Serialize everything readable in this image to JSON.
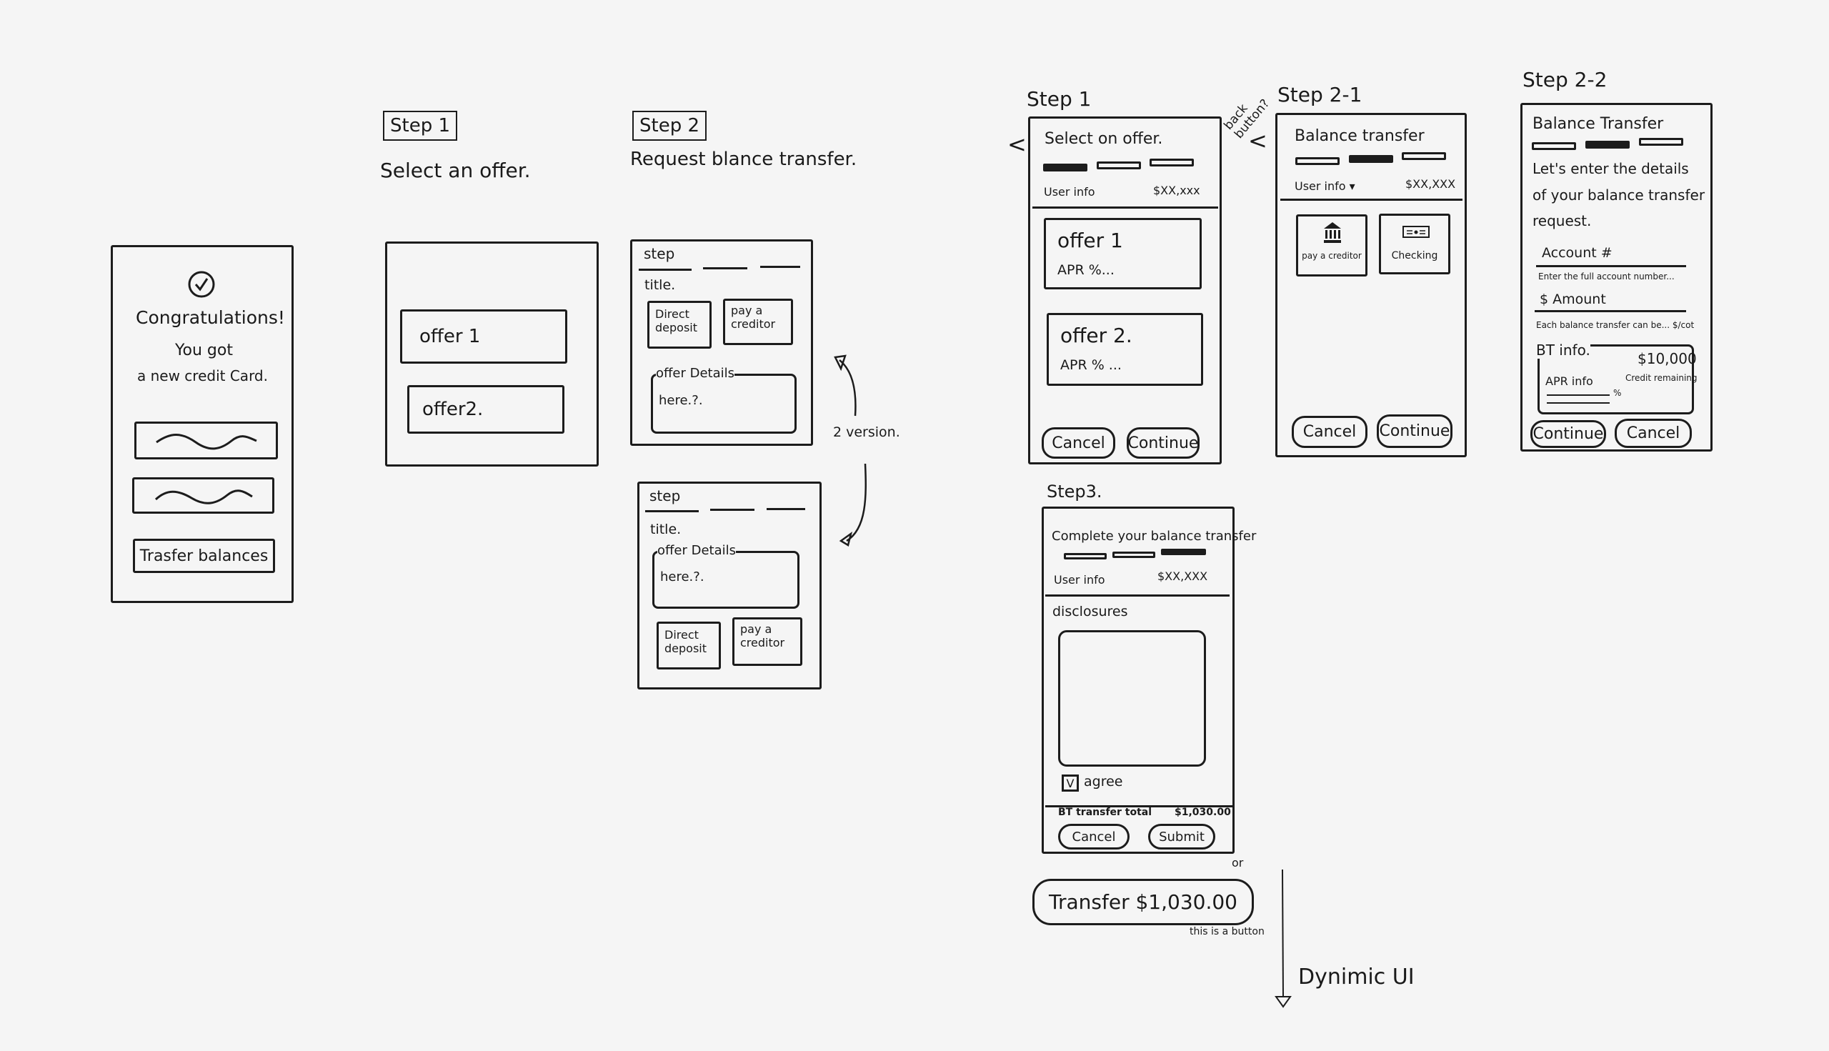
{
  "intro": {
    "title": "Congratulations!",
    "line2": "You got",
    "line3": "a new credit Card.",
    "transfer_button": "Trasfer balances"
  },
  "v1": {
    "step1": {
      "label": "Step 1",
      "caption": "Select an offer.",
      "offers": [
        "offer 1",
        "offer2."
      ]
    },
    "step2": {
      "label": "Step 2",
      "caption": "Request blance transfer.",
      "step_text": "step",
      "title_text": "title.",
      "direct": "Direct deposit",
      "pay": "pay a creditor",
      "details": "offer Details",
      "details_here": "here.?."
    },
    "version_note": "2 version."
  },
  "v2": {
    "step1": {
      "label": "Step 1",
      "title": "Select on offer.",
      "user_info": "User info",
      "balance": "$XX,xxx",
      "offers": [
        {
          "name": "offer 1",
          "apr": "APR %..."
        },
        {
          "name": "offer 2.",
          "apr": "APR % ..."
        }
      ],
      "cancel": "Cancel",
      "continue": "Continue"
    },
    "back_note": "back button?",
    "step2_1": {
      "label": "Step 2-1",
      "title": "Balance transfer",
      "user_info": "User info ▾",
      "balance": "$XX,XXX",
      "tiles": [
        "pay a creditor",
        "Checking"
      ],
      "cancel": "Cancel",
      "continue": "Continue"
    },
    "step2_2": {
      "label": "Step 2-2",
      "title": "Balance Transfer",
      "intro": [
        "Let's enter the details",
        "of your balance transfer",
        "request."
      ],
      "account_label": "Account #",
      "account_hint": "Enter the full account number...",
      "amount_label": "$ Amount",
      "amount_hint": "Each balance transfer can be... $/cot",
      "bt_info": "BT info.",
      "credit_amount": "$10,000",
      "credit_label": "Credit remaining",
      "apr_info": "APR info",
      "pct": "%",
      "continue": "Continue",
      "cancel": "Cancel"
    },
    "step3": {
      "label": "Step3.",
      "title": "Complete your balance transfer",
      "user_info": "User info",
      "balance": "$XX,XXX",
      "disclosures": "disclosures",
      "agree": "agree",
      "check": "V",
      "total_label": "BT transfer total",
      "total": "$1,030.00",
      "cancel": "Cancel",
      "submit": "Submit"
    },
    "or": "or",
    "transfer_button": "Transfer $1,030.00",
    "button_note": "this is a button",
    "dynamic_note": "Dynimic UI"
  }
}
